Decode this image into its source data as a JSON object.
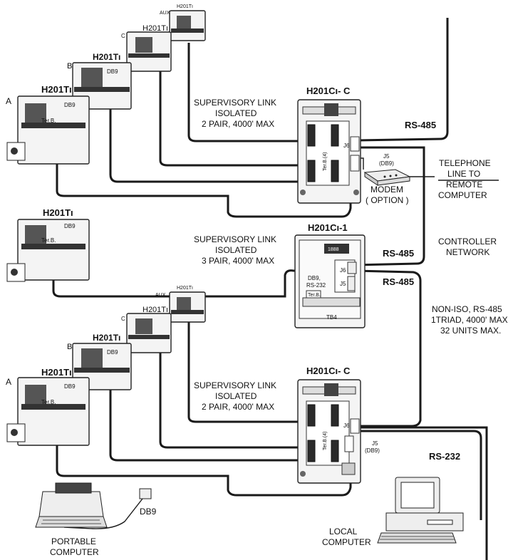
{
  "nodes": {
    "h201ci_c_top": "H201Cı- C",
    "h201ci_1": "H201Cı-1",
    "h201ci_c_bottom": "H201Cı- C",
    "h201ti": "H201Tı",
    "labels_top": {
      "a": "A",
      "b": "B",
      "c": "C",
      "aux": "AUX"
    },
    "labels_bottom": {
      "a": "A",
      "b": "B",
      "c": "C",
      "aux": "AUX"
    },
    "db9": "DB9",
    "ter_b": "Ter.B.",
    "ter_b4": "Ter.B.(4)",
    "j6": "J6",
    "j5": "J5",
    "j5_db9": "J5\n(DB9)",
    "tb4": "TB4",
    "db9_rs232": "DB9,\nRS-232"
  },
  "annotations": {
    "link_top": "SUPERVISORY LINK\nISOLATED\n2 PAIR, 4000' MAX",
    "link_mid": "SUPERVISORY LINK\nISOLATED\n3 PAIR, 4000' MAX",
    "link_bottom": "SUPERVISORY LINK\nISOLATED\n2 PAIR, 4000' MAX",
    "rs485_1": "RS-485",
    "rs485_2": "RS-485",
    "rs485_3": "RS-485",
    "rs232": "RS-232",
    "telephone": "TELEPHONE\nLINE TO\nREMOTE\nCOMPUTER",
    "modem": "MODEM\n( OPTION )",
    "controller_network": "CONTROLLER\nNETWORK",
    "non_iso": "NON-ISO, RS-485\n1TRIAD, 4000' MAX\n32 UNITS MAX.",
    "portable_computer": "PORTABLE\nCOMPUTER",
    "local_computer": "LOCAL\nCOMPUTER",
    "db9_plug": "DB9"
  }
}
